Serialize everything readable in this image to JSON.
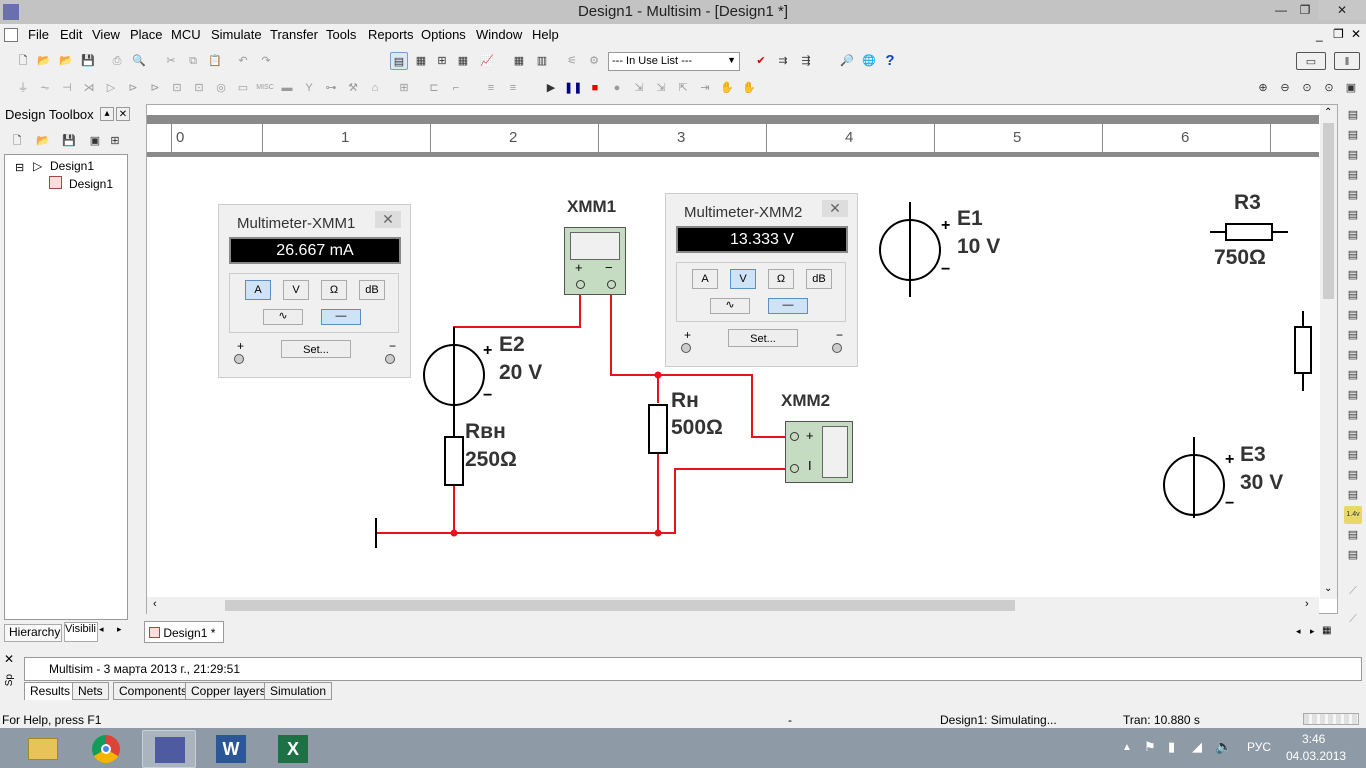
{
  "window": {
    "title": "Design1 - Multisim - [Design1 *]"
  },
  "menu": [
    "File",
    "Edit",
    "View",
    "Place",
    "MCU",
    "Simulate",
    "Transfer",
    "Tools",
    "Reports",
    "Options",
    "Window",
    "Help"
  ],
  "toolbar": {
    "in_use_list": "--- In Use List ---"
  },
  "toolbox": {
    "title": "Design Toolbox",
    "tree_root": "Design1",
    "tree_child": "Design1",
    "tab_hierarchy": "Hierarchy",
    "tab_visibility": "Visibili"
  },
  "ruler": [
    "0",
    "1",
    "2",
    "3",
    "4",
    "5",
    "6"
  ],
  "xmm1": {
    "title": "Multimeter-XMM1",
    "reading": "26.667 mA",
    "btn_a": "A",
    "btn_v": "V",
    "btn_ohm": "Ω",
    "btn_db": "dB",
    "set": "Set...",
    "plus": "+",
    "minus": "−"
  },
  "xmm2": {
    "title": "Multimeter-XMM2",
    "reading": "13.333 V",
    "btn_a": "A",
    "btn_v": "V",
    "btn_ohm": "Ω",
    "btn_db": "dB",
    "set": "Set...",
    "plus": "+",
    "minus": "−"
  },
  "circuit": {
    "xmm1_label": "XMM1",
    "xmm2_label": "XMM2",
    "e1_name": "E1",
    "e1_value": "10 V",
    "e2_name": "E2",
    "e2_value": "20 V",
    "e3_name": "E3",
    "e3_value": "30 V",
    "r3_name": "R3",
    "r3_value": "750Ω",
    "rn_name": "Rн",
    "rn_value": "500Ω",
    "rvn_name": "Rвн",
    "rvn_value": "250Ω"
  },
  "doc_tab": "Design1 *",
  "spreadsheet": {
    "log": "Multisim  -  3 марта 2013 г., 21:29:51",
    "tabs": [
      "Results",
      "Nets",
      "Components",
      "Copper layers",
      "Simulation"
    ]
  },
  "status": {
    "help": "For Help, press F1",
    "dash": "-",
    "sim": "Design1: Simulating...",
    "tran": "Tran: 10.880 s"
  },
  "tray": {
    "lang": "РУС",
    "time": "3:46",
    "date": "04.03.2013"
  },
  "colors": {
    "wire": "#e8131a",
    "instrument_green": "#c5dcc3"
  }
}
